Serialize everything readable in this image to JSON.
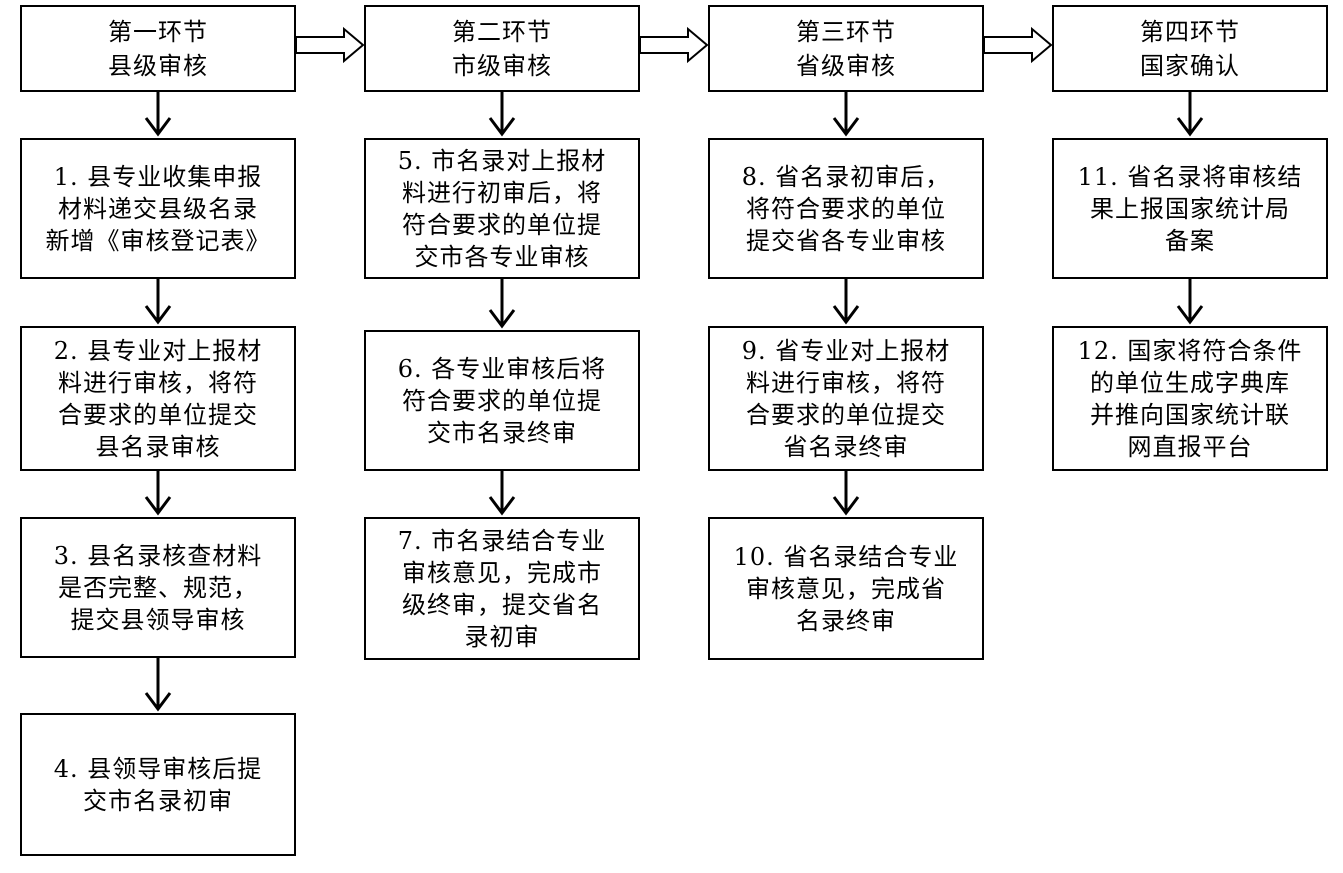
{
  "stages": [
    {
      "header": "第一环节\n县级审核",
      "steps": [
        "1. 县专业收集申报\n材料递交县级名录\n新增《审核登记表》",
        "2. 县专业对上报材\n料进行审核，将符\n合要求的单位提交\n县名录审核",
        "3. 县名录核查材料\n是否完整、规范，\n提交县领导审核",
        "4. 县领导审核后提\n交市名录初审"
      ]
    },
    {
      "header": "第二环节\n市级审核",
      "steps": [
        "5. 市名录对上报材\n料进行初审后，将\n符合要求的单位提\n交市各专业审核",
        "6. 各专业审核后将\n符合要求的单位提\n交市名录终审",
        "7. 市名录结合专业\n审核意见，完成市\n级终审，提交省名\n录初审"
      ]
    },
    {
      "header": "第三环节\n省级审核",
      "steps": [
        "8. 省名录初审后，\n将符合要求的单位\n提交省各专业审核",
        "9. 省专业对上报材\n料进行审核，将符\n合要求的单位提交\n省名录终审",
        "10. 省名录结合专业\n审核意见，完成省\n名录终审"
      ]
    },
    {
      "header": "第四环节\n国家确认",
      "steps": [
        "11. 省名录将审核结\n果上报国家统计局\n备案",
        "12. 国家将符合条件\n的单位生成字典库\n并推向国家统计联\n网直报平台"
      ]
    }
  ]
}
